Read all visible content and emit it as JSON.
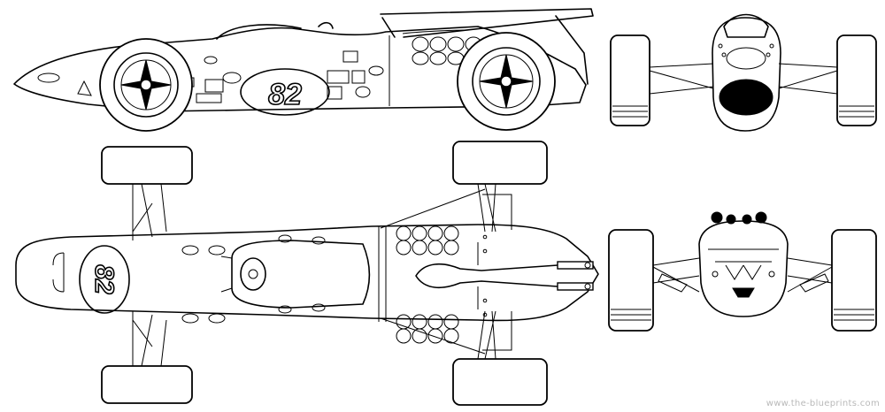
{
  "drawing": {
    "race_number": "82",
    "views": [
      "side",
      "front",
      "top",
      "rear"
    ]
  },
  "watermark": "www.the-blueprints.com"
}
